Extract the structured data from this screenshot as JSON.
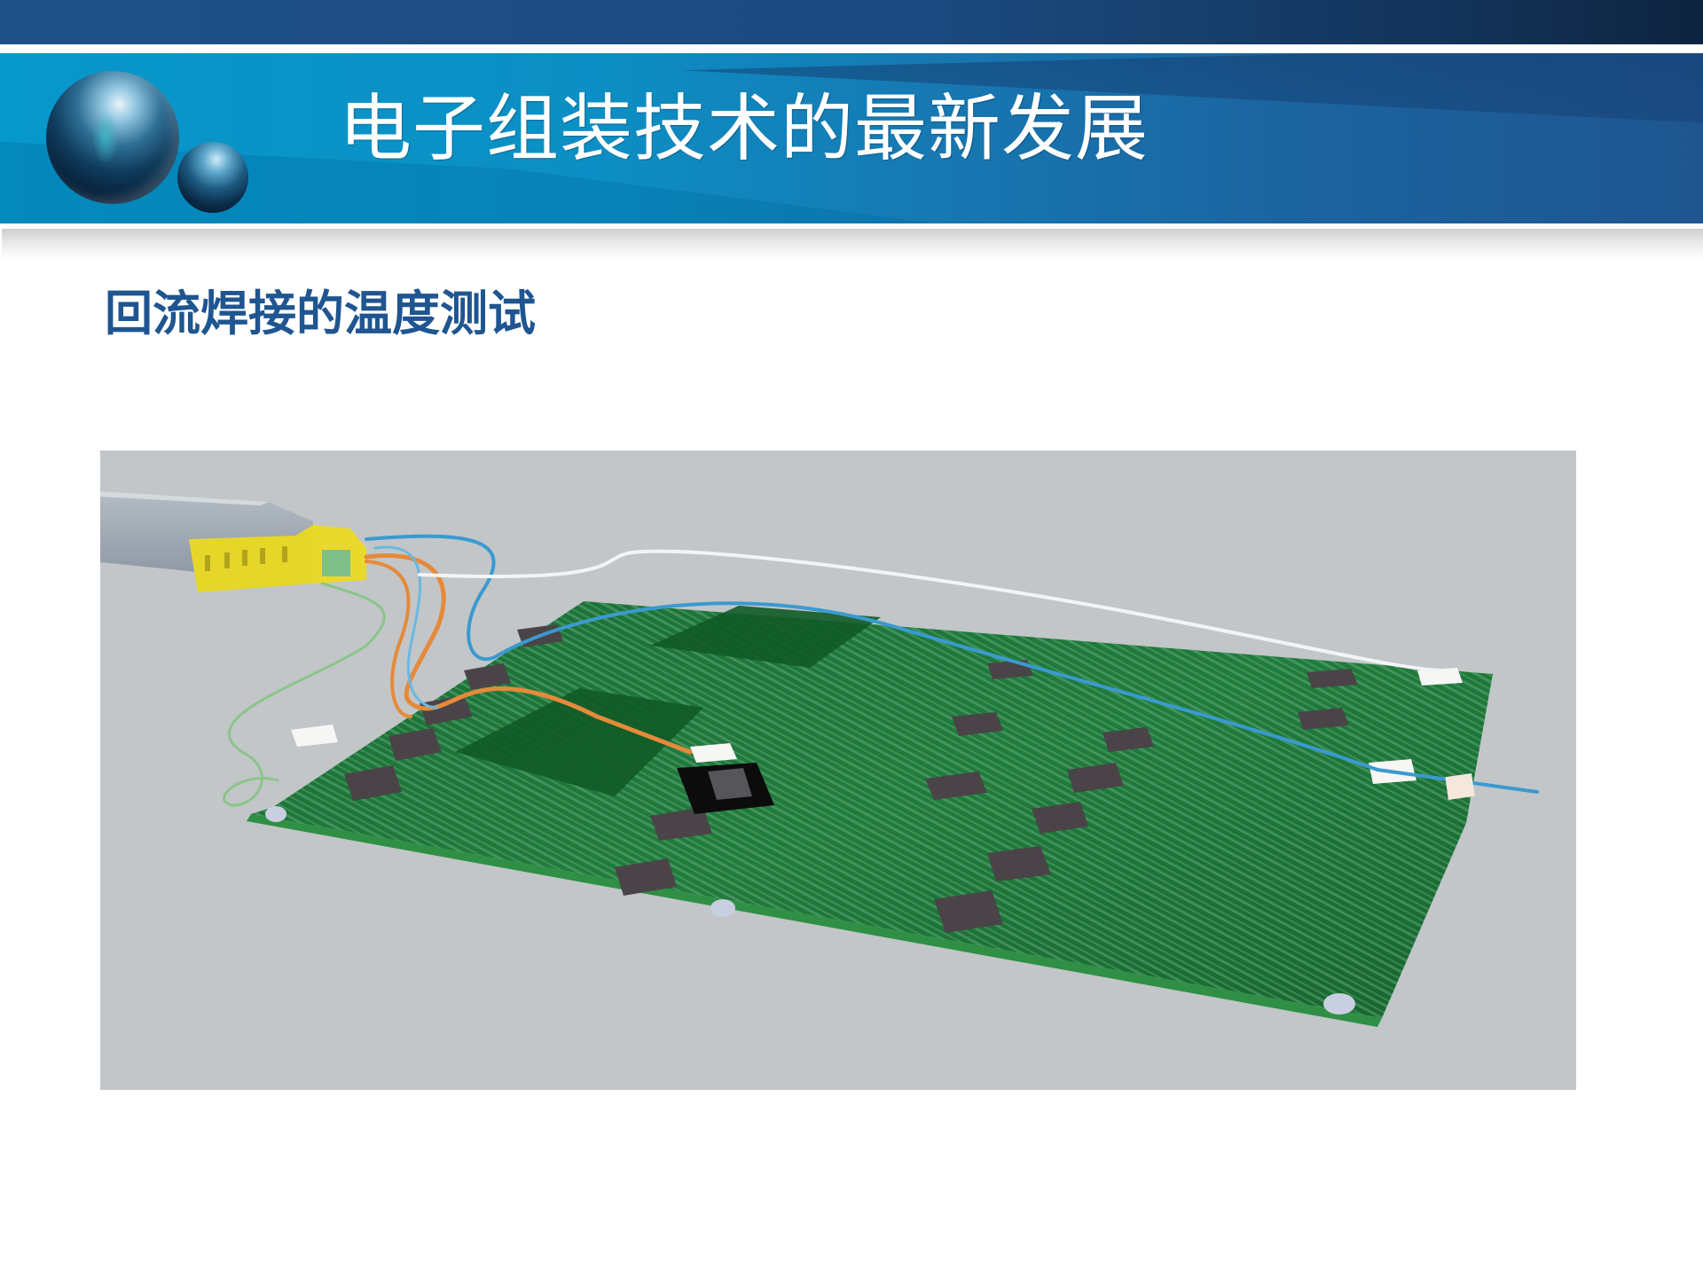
{
  "slide": {
    "title": "电子组装技术的最新发展",
    "subtitle": "回流焊接的温度测试",
    "logo": {
      "icon": "glossy-spheres-logo"
    }
  },
  "photo": {
    "subject": "reflow soldering temperature profiling setup: green PCB with thermocouple wires attached to a data logger",
    "icons": [
      "pcb-board-icon",
      "data-logger-icon",
      "thermocouple-wire-icon",
      "sensor-pad-icon"
    ],
    "colors": {
      "background": "#c2c6c8",
      "pcb_green": "#1f7a3a",
      "pcb_dark": "#145c2a",
      "chip": "#4a4448",
      "logger_body": "#9aa3ad",
      "logger_connector": "#e6d62a",
      "wire_orange": "#e58a3a",
      "wire_blue": "#3a9ad0",
      "wire_white": "#f2f4f6",
      "wire_green": "#8cc48c",
      "pad_white": "#f6f6f4"
    }
  },
  "colors": {
    "top_band": "#1f5088",
    "banner_left": "#0798cb",
    "banner_right": "#1f5690",
    "title_text": "#ffffff",
    "subtitle_text": "#1f5590"
  }
}
